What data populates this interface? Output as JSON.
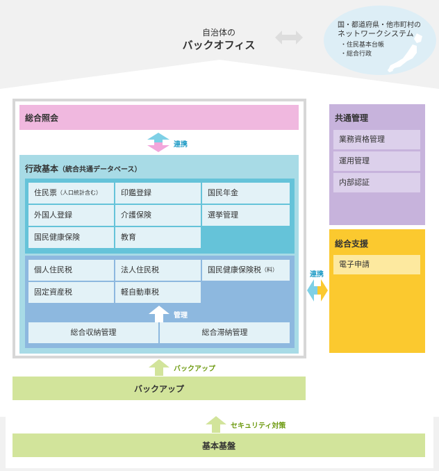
{
  "header": {
    "title_line1": "自治体の",
    "title_line2": "バックオフィス",
    "network_line1": "国・都道府県・他市町村の",
    "network_line2": "ネットワークシステム",
    "network_items": [
      "・住民基本台帳",
      "・総合行政"
    ]
  },
  "sougou_shoukai": "総合照会",
  "renkei_top": "連携",
  "gyousei": {
    "title": "行政基本",
    "subtitle": "（統合共通データベース）",
    "grid": [
      [
        "住民票",
        "（人口統計含む）",
        "印鑑登録",
        "国民年金"
      ],
      [
        "外国人登録",
        "介護保険",
        "選挙管理"
      ],
      [
        "国民健康保険",
        "教育"
      ]
    ],
    "tax": [
      [
        "個人住民税",
        "法人住民税",
        "国民健康保険税",
        "（料）"
      ],
      [
        "固定資産税",
        "軽自動車税"
      ]
    ],
    "kanri_label": "管理",
    "bottom": [
      "総合収納管理",
      "総合滞納管理"
    ]
  },
  "kyoutsu": {
    "title": "共通管理",
    "items": [
      "業務資格管理",
      "運用管理",
      "内部認証"
    ]
  },
  "shien": {
    "title": "総合支援",
    "items": [
      "電子申請"
    ]
  },
  "renkei_side": "連携",
  "backup_label": "バックアップ",
  "backup_bar": "バックアップ",
  "security_label": "セキュリティ対策",
  "kihon_bar": "基本基盤",
  "colors": {
    "pink": "#f0b8df",
    "lightblue": "#a8dbe6",
    "blue": "#65c3d9",
    "tax_blue": "#8db8df",
    "cell": "#e3f2f7",
    "purple": "#c7b3dc",
    "purple_cell": "#dcd0eb",
    "yellow": "#fbc92f",
    "yellow_cell": "#fde99f",
    "green": "#d2e49b",
    "green_text": "#6d9a10",
    "cyan_text": "#29a0c8"
  }
}
